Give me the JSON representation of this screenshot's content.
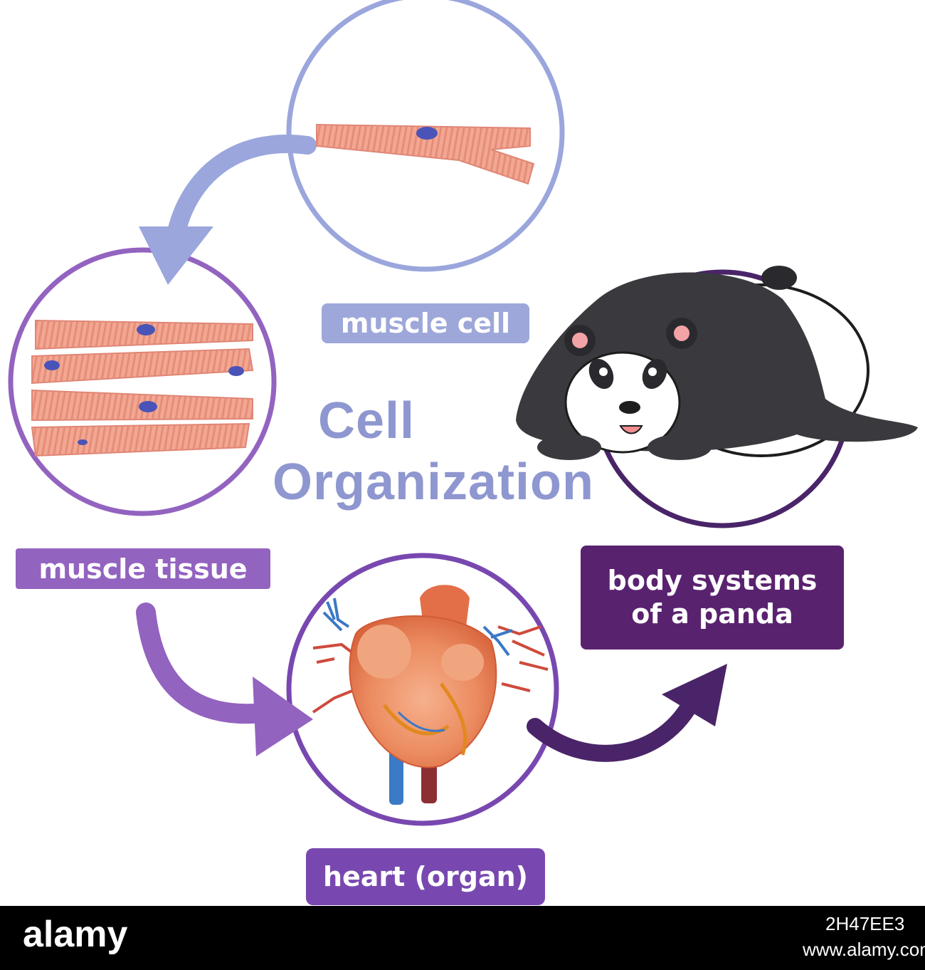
{
  "diagram": {
    "title_line1": "Cell",
    "title_line2": "Organization",
    "labels": {
      "muscle_cell": "muscle cell",
      "muscle_tissue": "muscle tissue",
      "heart": "heart (organ)",
      "body_line1": "body systems",
      "body_line2": "of a panda"
    },
    "colors": {
      "title": "#8e97cf",
      "muscle_cell": "#9da7d9",
      "muscle_tissue": "#9363c0",
      "heart": "#7848b0",
      "body": "#59226f"
    },
    "icons": [
      "muscle-cell-icon",
      "muscle-tissue-icon",
      "heart-icon",
      "panda-icon"
    ]
  },
  "footer": {
    "logo": "alamy",
    "image_id": "2H47EE3",
    "url": "www.alamy.com"
  }
}
